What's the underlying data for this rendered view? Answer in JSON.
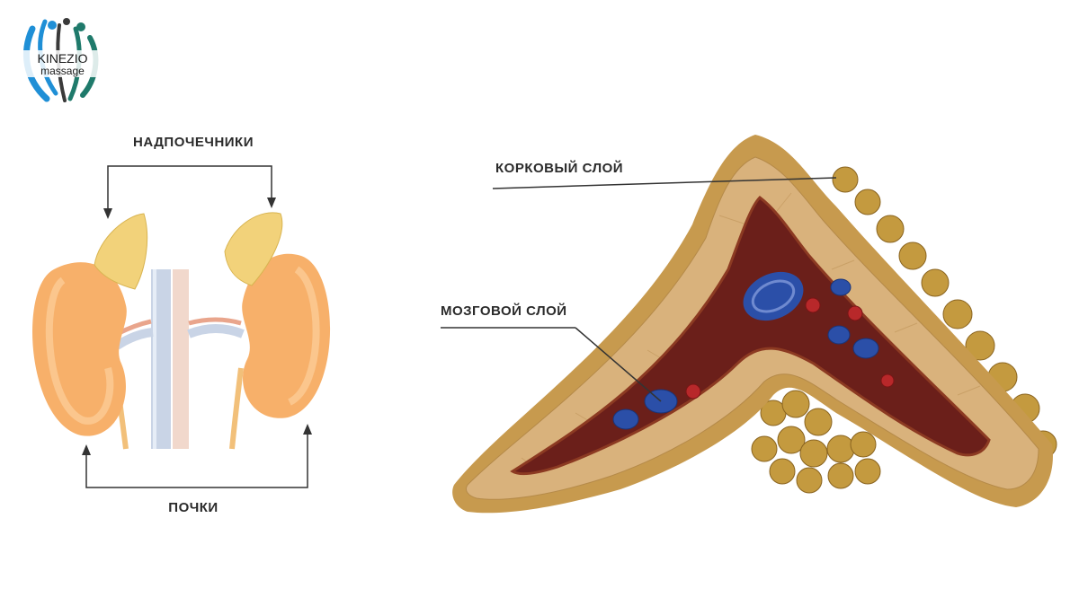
{
  "logo": {
    "line1": "KINEZIO",
    "line2": "massage",
    "colors": {
      "blue": "#1f8fd6",
      "teal": "#1f7a6b",
      "dark": "#3a3a3a"
    }
  },
  "kidney_diagram": {
    "label_adrenals": "НАДПОЧЕЧНИКИ",
    "label_kidneys": "ПОЧКИ",
    "colors": {
      "kidney": "#f7b06a",
      "adrenal": "#f2d27a",
      "vessel": "#c9d4e6",
      "artery": "#e9a58c"
    }
  },
  "gland_diagram": {
    "label_cortex": "КОРКОВЫЙ СЛОЙ",
    "label_medulla": "МОЗГОВОЙ СЛОЙ",
    "colors": {
      "capsule": "#c79a4e",
      "cortex": "#d9b27c",
      "medulla": "#6b1f1a",
      "vein": "#2b4fa8",
      "artery": "#b8282a"
    }
  }
}
